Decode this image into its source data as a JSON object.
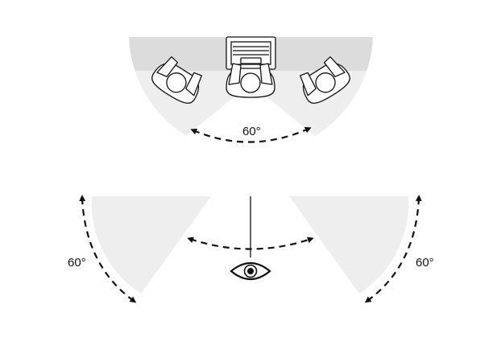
{
  "diagram": {
    "angle_labels": {
      "top": "60°",
      "left": "60°",
      "right": "60°"
    },
    "colors": {
      "sector_fill": "#eeeeee",
      "band_fill": "#dcdcdc",
      "line": "#111111",
      "figure_fill": "#ffffff"
    },
    "icons": [
      "laptop-icon",
      "person-top-view-icon",
      "eye-icon",
      "double-arrow-icon"
    ]
  }
}
